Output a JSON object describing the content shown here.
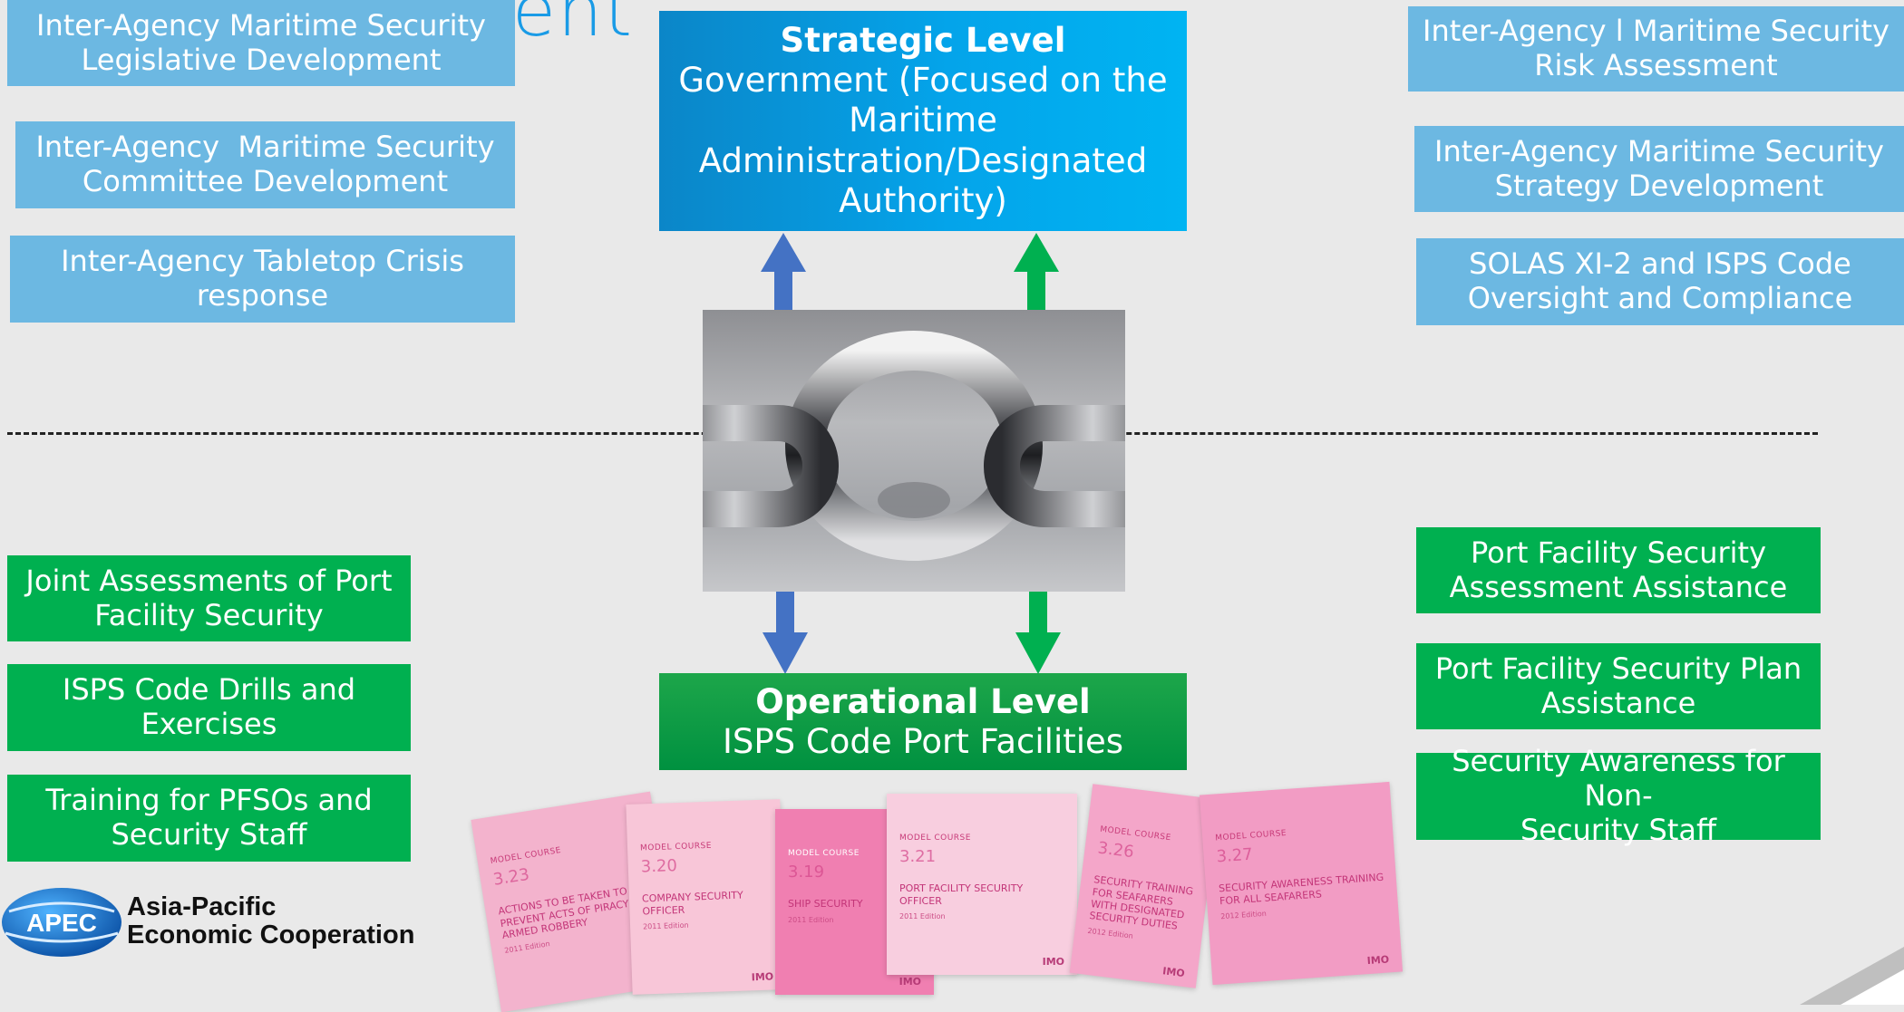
{
  "page": {
    "title_fragment": "ent"
  },
  "strategic": {
    "heading": "Strategic Level",
    "lines": [
      "Government (Focused on the",
      "Maritime",
      "Administration/Designated",
      "Authority)"
    ]
  },
  "operational": {
    "heading": "Operational Level",
    "subheading": "ISPS Code Port Facilities"
  },
  "left_top_boxes": [
    {
      "lines": [
        "Inter-Agency Maritime Security",
        "Legislative Development"
      ]
    },
    {
      "lines": [
        "Inter-Agency  Maritime Security",
        "Committee Development"
      ]
    },
    {
      "lines": [
        "Inter-Agency Tabletop Crisis",
        "response"
      ]
    }
  ],
  "right_top_boxes": [
    {
      "lines": [
        "Inter-Agency l Maritime Security",
        "Risk Assessment"
      ]
    },
    {
      "lines": [
        "Inter-Agency Maritime Security",
        "Strategy Development"
      ]
    },
    {
      "lines": [
        "SOLAS XI-2 and ISPS Code",
        "Oversight and Compliance"
      ]
    }
  ],
  "left_bottom_boxes": [
    {
      "lines": [
        "Joint Assessments of Port",
        "Facility Security"
      ]
    },
    {
      "lines": [
        "ISPS Code Drills and",
        "Exercises"
      ]
    },
    {
      "lines": [
        "Training for PFSOs and",
        "Security Staff"
      ]
    }
  ],
  "right_bottom_boxes": [
    {
      "lines": [
        "Port Facility Security",
        "Assessment Assistance"
      ]
    },
    {
      "lines": [
        "Port Facility Security Plan",
        "Assistance"
      ]
    },
    {
      "lines": [
        "Security Awareness for Non-",
        "Security Staff"
      ]
    }
  ],
  "apec": {
    "badge": "APEC",
    "line1": "Asia-Pacific",
    "line2": "Economic Cooperation"
  },
  "books": [
    {
      "head": "MODEL COURSE",
      "num": "3.23",
      "title": "Actions to be taken to prevent acts of piracy and armed robbery",
      "edition": "2011 Edition",
      "imo": ""
    },
    {
      "head": "MODEL COURSE",
      "num": "3.20",
      "title": "Company security officer",
      "edition": "2011 Edition",
      "imo": "IMO"
    },
    {
      "head": "MODEL COURSE",
      "num": "3.19",
      "title": "Ship security",
      "edition": "2011 Edition",
      "imo": "IMO"
    },
    {
      "head": "MODEL COURSE",
      "num": "3.21",
      "title": "Port facility security officer",
      "edition": "2011 Edition",
      "imo": "IMO"
    },
    {
      "head": "MODEL COURSE",
      "num": "3.26",
      "title": "Security training for seafarers with designated security duties",
      "edition": "2012 Edition",
      "imo": "IMO"
    },
    {
      "head": "MODEL COURSE",
      "num": "3.27",
      "title": "Security awareness training for all seafarers",
      "edition": "2012 Edition",
      "imo": "IMO"
    }
  ],
  "colors": {
    "blue_box": "#6cb8e2",
    "green_box": "#00b050",
    "strategic_bg": "#0aa0e6",
    "arrow_blue": "#4472c4",
    "arrow_green": "#00b050",
    "book_pink": "#f4b6cf"
  }
}
